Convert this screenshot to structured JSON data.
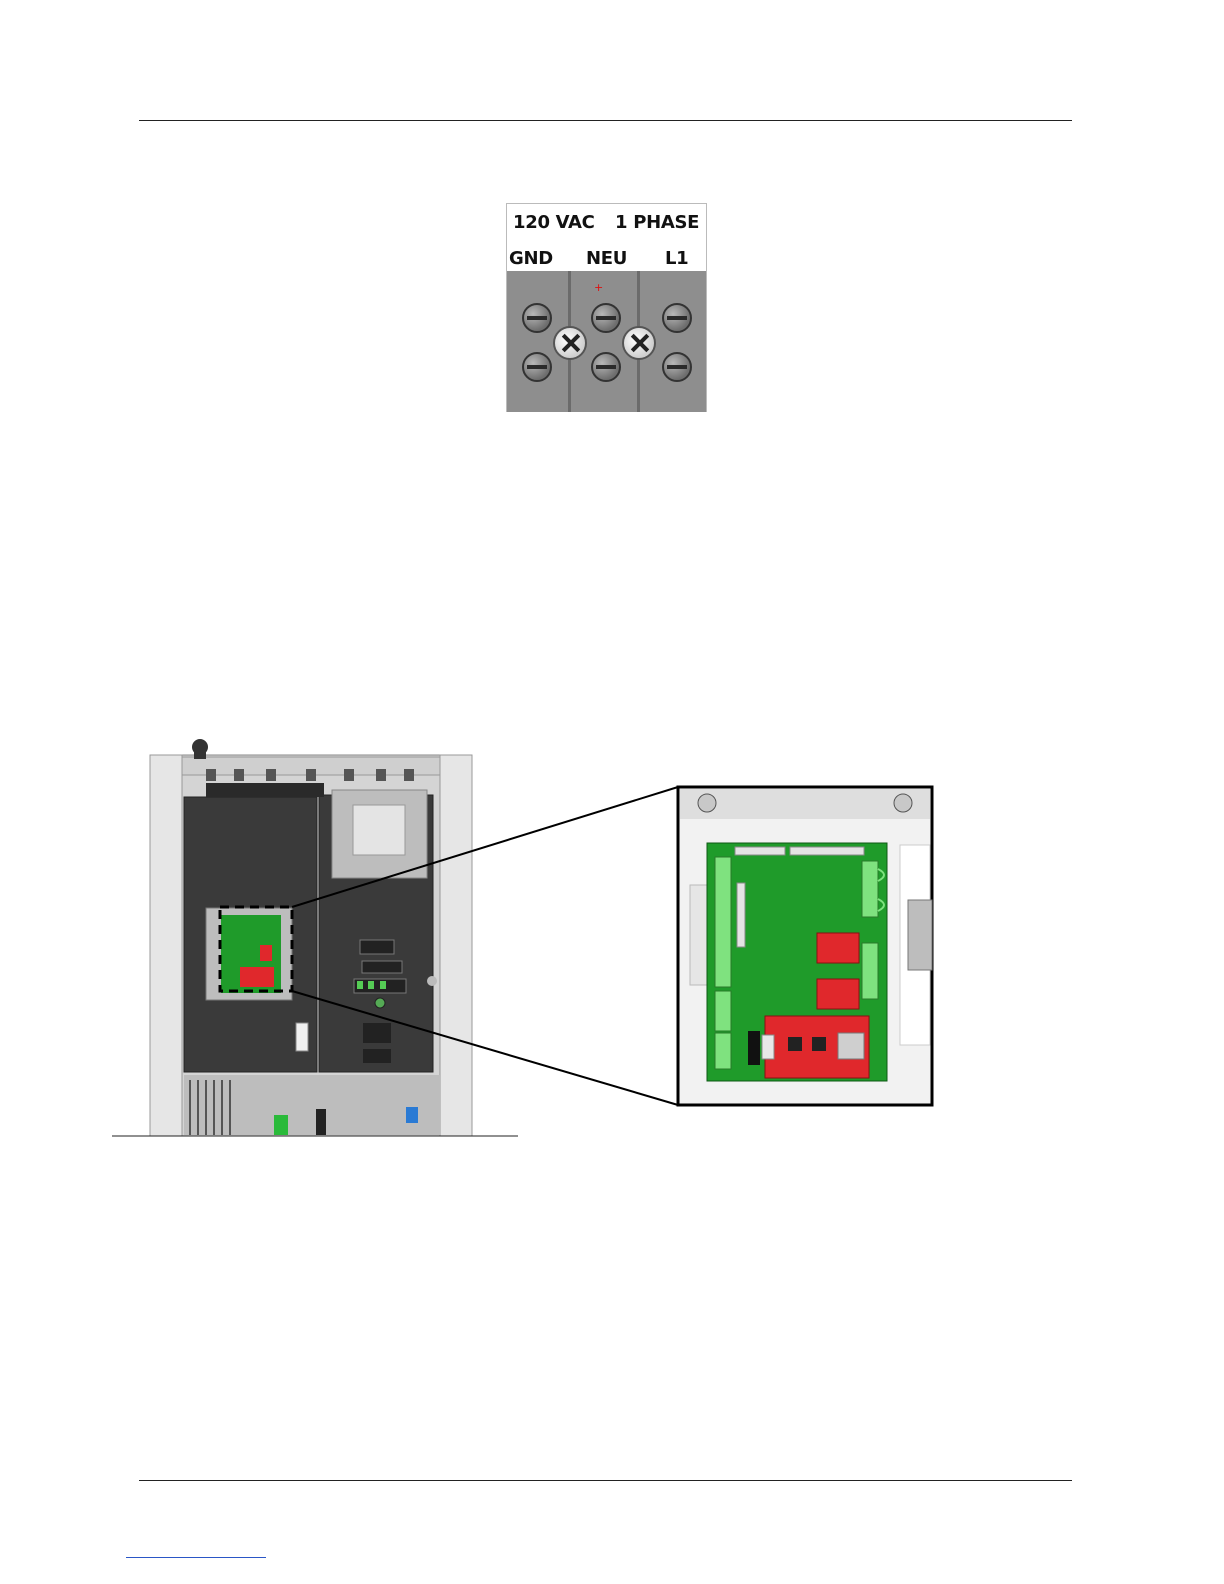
{
  "terminal_figure": {
    "voltage_label": "120 VAC",
    "phase_label": "1 PHASE",
    "terminals": [
      "GND",
      "NEU",
      "L1"
    ],
    "polarity_mark": "+"
  },
  "enclosure_figure": {
    "board_color": "#1f9b2a",
    "relay_color": "#e0282c",
    "terminal_color": "#7fe27f"
  }
}
